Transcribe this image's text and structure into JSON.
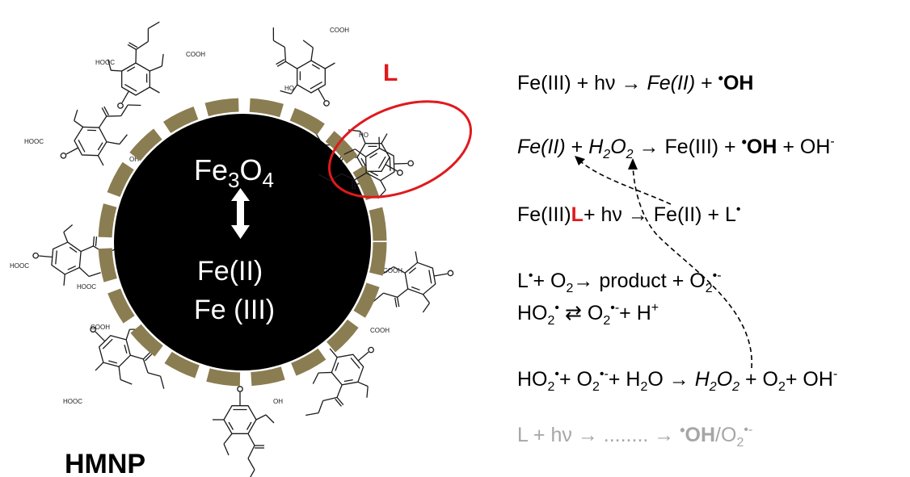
{
  "particle": {
    "core_formula": "Fe3O4",
    "core_formula_base": "Fe",
    "core_formula_sub1": "3",
    "core_formula_mid": "O",
    "core_formula_sub2": "4",
    "state_1": "Fe(II)",
    "state_2": "Fe (III)",
    "caption": "HMNP",
    "ligand_label": "L",
    "colors": {
      "core": "#000000",
      "shell": "#8b7d52",
      "ligand_highlight": "#e0191d",
      "core_text": "#ffffff"
    }
  },
  "ligand_groups": {
    "carboxyl_a": "COOH",
    "carboxyl_b": "HOOC",
    "hydroxyl_a": "OH",
    "hydroxyl_b": "HO",
    "ketone": "O"
  },
  "reactions": {
    "r1": {
      "a": "Fe(III) + hν → ",
      "b": "Fe(II)",
      "c": " + ",
      "d": "•",
      "e": "OH"
    },
    "r2": {
      "a": "Fe(II)",
      "b": " + ",
      "c": "H",
      "c_sub": "2",
      "d": "O",
      "d_sub": "2",
      "e": " → Fe(III) + ",
      "f": "•",
      "g": "OH",
      "h": " + OH",
      "h_sup": "-"
    },
    "r3": {
      "a": "Fe(III)",
      "b": "L",
      "c": "+ hν → Fe(II) + L",
      "c_sup": "•"
    },
    "r4": {
      "a": "L",
      "a_sup": "•",
      "b": "+ O",
      "b_sub": "2",
      "c": "→ product + O",
      "c_sub": "2",
      "c_sup": "•-"
    },
    "r5": {
      "a": "HO",
      "a_sub": "2",
      "a_sup": "•",
      "b": " ⇄ O",
      "b_sub": "2",
      "b_sup": "•-",
      "c": "+ H",
      "c_sup": "+"
    },
    "r6": {
      "a": "HO",
      "a_sub": "2",
      "a_sup": "•",
      "b": "+ O",
      "b_sub": "2",
      "b_sup": "•-",
      "c": "+ H",
      "c_sub": "2",
      "d": "O → ",
      "e": "H",
      "e_sub": "2",
      "f": "O",
      "f_sub": "2",
      "g": " + O",
      "g_sub": "2",
      "h": "+ OH",
      "h_sup": "-"
    },
    "r7": {
      "a": "L + hν → ........ → ",
      "b": "•",
      "c": "OH",
      "d": "/O",
      "d_sub": "2",
      "d_sup": "•-"
    }
  },
  "colors": {
    "text": "#000000",
    "accent_red": "#e0191d",
    "muted_gray": "#a6a6a6"
  }
}
